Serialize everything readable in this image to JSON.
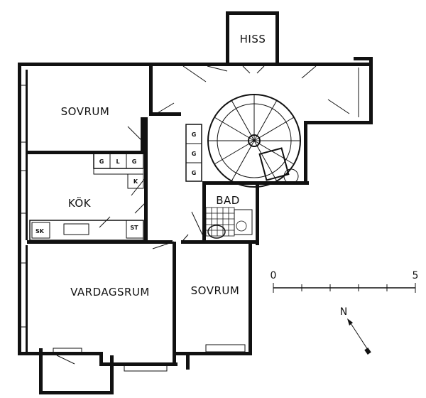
{
  "rooms": {
    "elevator": "HISS",
    "bedroom_1": "SOVRUM",
    "kitchen": "KÖK",
    "bath": "BAD",
    "living": "VARDAGSRUM",
    "bedroom_2": "SOVRUM"
  },
  "fixtures": {
    "cab_1": "G",
    "cab_2": "L",
    "cab_3": "G",
    "fridge": "K",
    "stove": "ST",
    "sink": "SK",
    "hall_1": "G",
    "hall_2": "G",
    "hall_3": "G"
  },
  "scale": {
    "start": "0",
    "end": "5"
  },
  "north": "N"
}
